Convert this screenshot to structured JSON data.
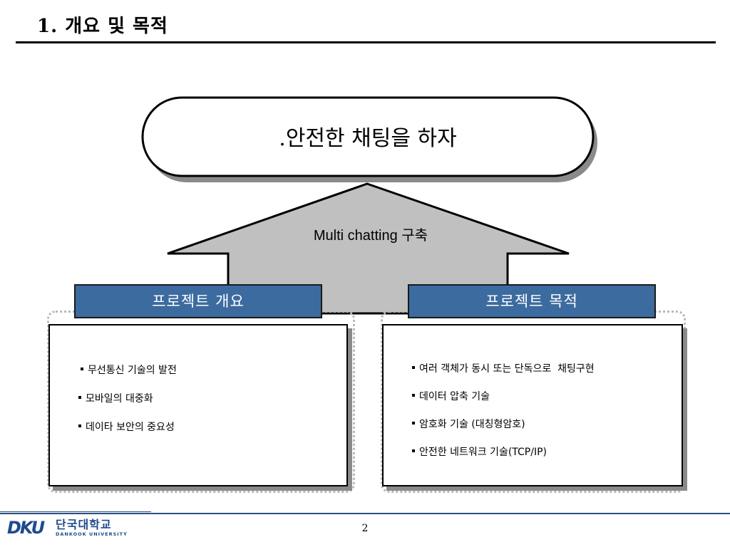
{
  "slide": {
    "title": "1. 개요 및 목적",
    "page_number": "2"
  },
  "diagram": {
    "goal": ".안전한 채팅을 하자",
    "arrow_label": "Multi chatting 구축"
  },
  "overview": {
    "header": "프로젝트 개요",
    "items": [
      "무선통신 기술의 발전",
      "모바일의 대중화",
      "데이타 보안의 중요성"
    ]
  },
  "purpose": {
    "header": "프로젝트 목적",
    "items": [
      "여러 객체가 동시 또는 단독으로  채팅구현",
      "데이터 압축 기술",
      "암호화 기술 (대칭형암호)",
      "안전한 네트워크 기술(TCP/IP)"
    ]
  },
  "footer": {
    "logo_mark": "DKU",
    "logo_name": "단국대학교",
    "logo_sub": "DANKOOK UNIVERSITY"
  },
  "colors": {
    "header_fill": "#3c6b9f",
    "arrow_fill": "#c0c0c0",
    "brand_blue": "#1e4b8c"
  }
}
